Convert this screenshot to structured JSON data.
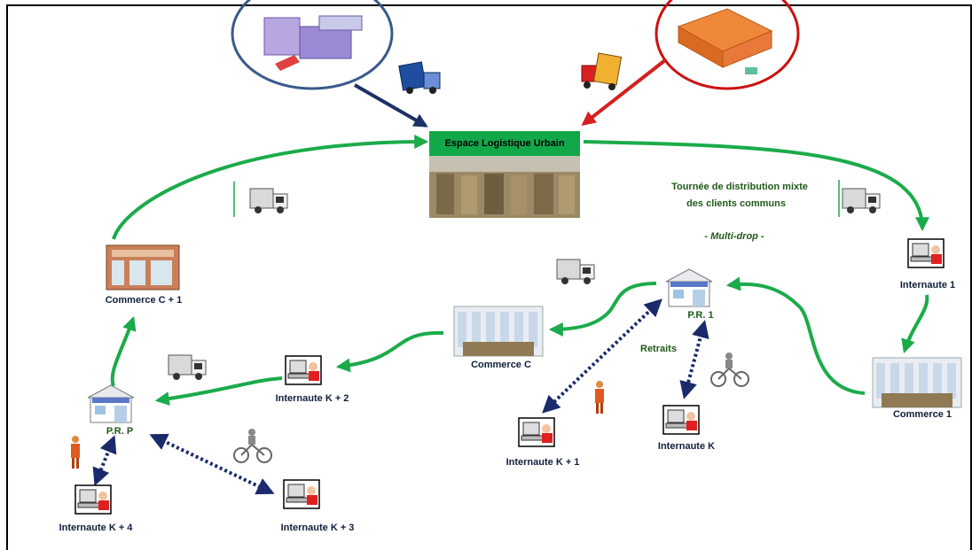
{
  "hub": {
    "title": "Espace Logistique Urbain"
  },
  "tour": {
    "line1": "Tournée de distribution mixte",
    "line2": "des clients communs",
    "mode": "- Multi-drop -"
  },
  "retraits": "Retraits",
  "nodes": {
    "commerce_c1": "Commerce C + 1",
    "commerce_c": "Commerce C",
    "commerce_1": "Commerce 1",
    "pr1": "P.R. 1",
    "prp": "P.R. P",
    "internaute_1": "Internaute 1",
    "internaute_k": "Internaute K",
    "internaute_k1": "Internaute K + 1",
    "internaute_k2": "Internaute K + 2",
    "internaute_k3": "Internaute K + 3",
    "internaute_k4": "Internaute K + 4"
  },
  "colors": {
    "green": "#1bab4a",
    "navy": "#1c2f66",
    "red": "#d51f1f",
    "dotted": "#1a2a6b",
    "oval_left": "#3a5a8c",
    "oval_right": "#cc1111"
  }
}
